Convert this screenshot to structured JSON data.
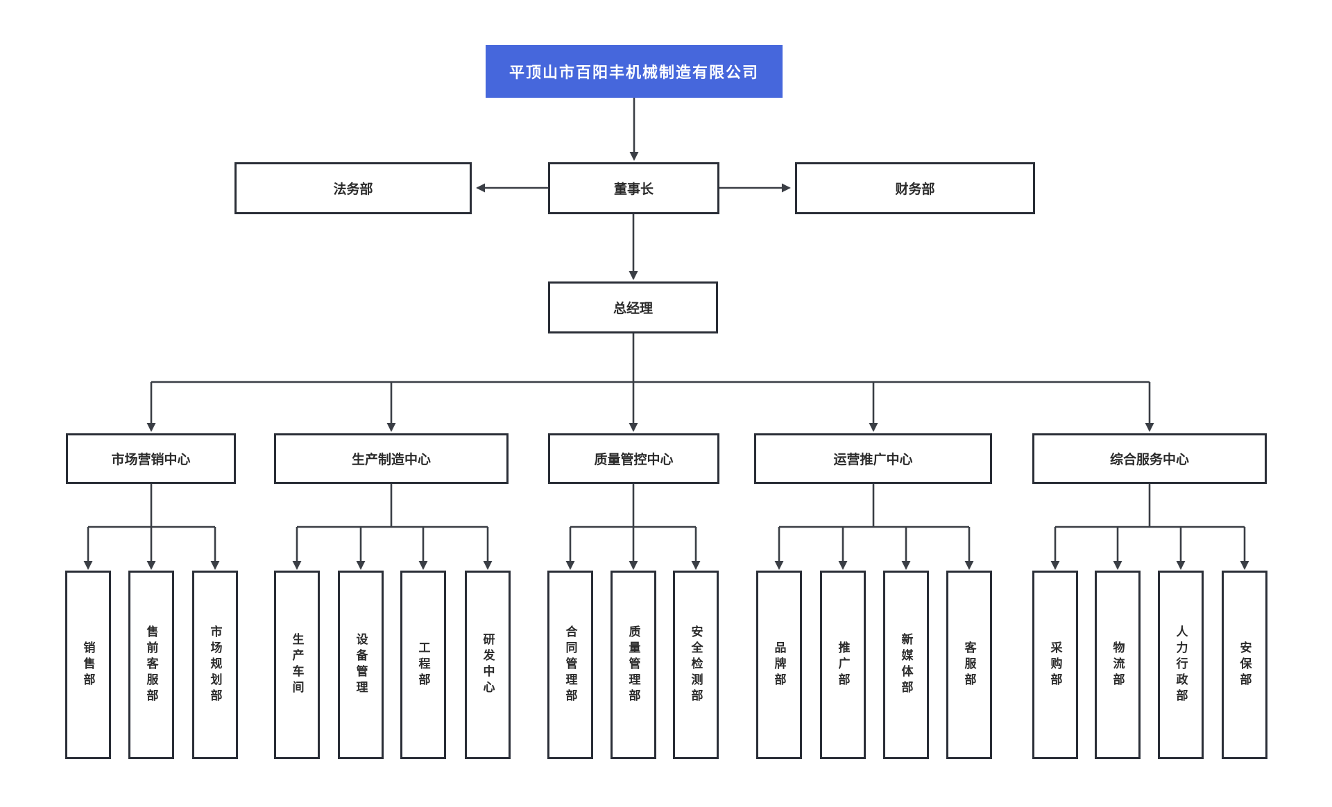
{
  "colors": {
    "root_bg": "#4667DC",
    "root_text": "#FFFFFF",
    "node_bg": "#FFFFFF",
    "node_border": "#2A2E37",
    "node_text": "#2B2B2B",
    "line": "#3A3E45"
  },
  "org": {
    "root": {
      "label": "平顶山市百阳丰机械制造有限公司"
    },
    "level2": {
      "legal": {
        "label": "法务部"
      },
      "chairman": {
        "label": "董事长"
      },
      "finance": {
        "label": "财务部"
      }
    },
    "general_manager": {
      "label": "总经理"
    },
    "centers": [
      {
        "label": "市场营销中心",
        "departments": [
          "销售部",
          "售前客服部",
          "市场规划部"
        ]
      },
      {
        "label": "生产制造中心",
        "departments": [
          "生产车间",
          "设备管理",
          "工程部",
          "研发中心"
        ]
      },
      {
        "label": "质量管控中心",
        "departments": [
          "合同管理部",
          "质量管理部",
          "安全检测部"
        ]
      },
      {
        "label": "运营推广中心",
        "departments": [
          "品牌部",
          "推广部",
          "新媒体部",
          "客服部"
        ]
      },
      {
        "label": "综合服务中心",
        "departments": [
          "采购部",
          "物流部",
          "人力行政部",
          "安保部"
        ]
      }
    ]
  }
}
